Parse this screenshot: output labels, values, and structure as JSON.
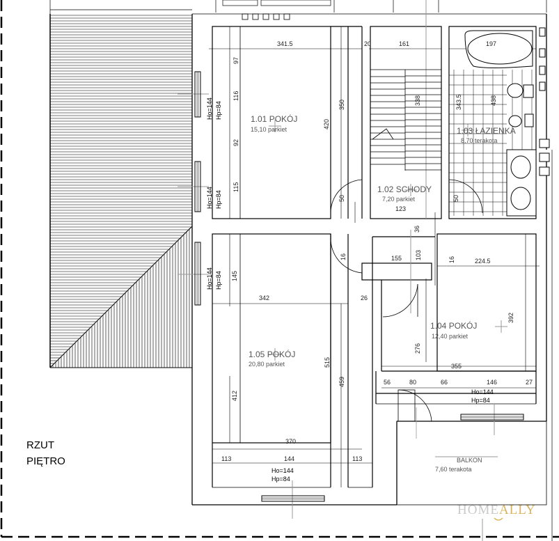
{
  "title": {
    "line1": "RZUT",
    "line2": "PIĘTRO"
  },
  "rooms": {
    "r101": {
      "name": "1.01 POKÓJ",
      "area": "15,10 parkiet"
    },
    "r102": {
      "name": "1.02 SCHODY",
      "area": "7,20 parkiet"
    },
    "r103": {
      "name": "1.03 ŁAZIENKA",
      "area": "8,70 terakota"
    },
    "r104": {
      "name": "1.04 POKÓJ",
      "area": "12,40 parkiet"
    },
    "r105": {
      "name": "1.05 POKÓJ",
      "area": "20,80 parkiet"
    },
    "balkon": {
      "name": "BALKON",
      "area": "7,60 terakota"
    }
  },
  "windows": {
    "w1": {
      "ho": "Ho=144",
      "hp": "Hp=84"
    },
    "w2": {
      "ho": "Ho=144",
      "hp": "Hp=84"
    },
    "w3": {
      "ho": "Ho=144",
      "hp": "Hp=84"
    },
    "w4": {
      "ho": "Ho=144",
      "hp": "Hp=84"
    },
    "w5": {
      "ho": "Ho=144",
      "hp": "Hp=84"
    }
  },
  "dims": {
    "d3415": "341.5",
    "d161": "161",
    "d197": "197",
    "d20": "20",
    "d97": "97",
    "d116": "116",
    "d92": "92",
    "d115": "115",
    "d420": "420",
    "d350": "350",
    "d338": "338",
    "d3435": "343.5",
    "d438": "438",
    "d50": "50",
    "d50b": "50",
    "d123": "123",
    "d36": "36",
    "d16": "16",
    "d155": "155",
    "d103": "103",
    "d16b": "16",
    "d2245": "224.5",
    "d145": "145",
    "d342": "342",
    "d26": "26",
    "d392": "392",
    "d276": "276",
    "d515": "515",
    "d459": "459",
    "d412": "412",
    "d355": "355",
    "d56": "56",
    "d80": "80",
    "d66": "66",
    "d146": "146",
    "d27": "27",
    "d370": "370",
    "d113a": "113",
    "d144": "144",
    "d113b": "113"
  },
  "watermark": {
    "part1": "HOME",
    "part2": "ALLY"
  },
  "colors": {
    "ink": "#000000",
    "label": "#555555",
    "grey_line": "#999999",
    "watermark_home": "#c9c9c9",
    "watermark_ally": "#d9b45f"
  }
}
